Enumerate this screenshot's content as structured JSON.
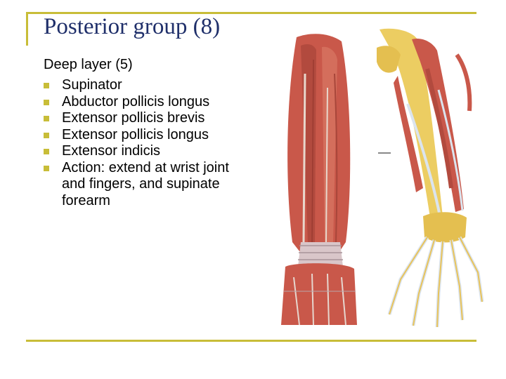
{
  "colors": {
    "accent": "#c8bd38",
    "title": "#1f2f6a",
    "muscle": "#c9584a",
    "bone": "#eccd62",
    "tendon": "#dbe4ee"
  },
  "slide": {
    "title": "Posterior group (8)",
    "subtitle": "Deep layer (5)",
    "bullets": [
      "Supinator",
      "Abductor pollicis longus",
      "Extensor pollicis brevis",
      "Extensor pollicis longus",
      "Extensor indicis",
      "Action: extend at wrist joint and fingers, and supinate forearm"
    ]
  }
}
